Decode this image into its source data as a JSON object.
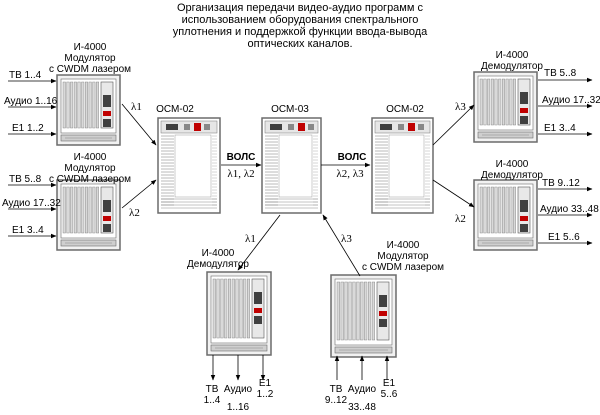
{
  "title_lines": [
    "Организация передачи видео-аудио программ с",
    "использованием оборудования спектрального",
    "уплотнения и поддержкой функции ввода-вывода",
    "оптических каналов."
  ],
  "units": {
    "mod_top": {
      "name": "И-4000",
      "role_lines": [
        "Модулятор",
        "с CWDM лазером"
      ]
    },
    "mod_mid": {
      "name": "И-4000",
      "role_lines": [
        "Модулятор",
        "с CWDM лазером"
      ]
    },
    "dem_tr": {
      "name": "И-4000",
      "role_lines": [
        "Демодулятор"
      ]
    },
    "dem_mr": {
      "name": "И-4000",
      "role_lines": [
        "Демодулятор"
      ]
    },
    "dem_bot": {
      "name": "И-4000",
      "role_lines": [
        "Демодулятор"
      ]
    },
    "mod_bot": {
      "name": "И-4000",
      "role_lines": [
        "Модулятор",
        "с CWDM лазером"
      ]
    }
  },
  "osm": {
    "left": "ОСМ-02",
    "center": "ОСМ-03",
    "right": "ОСМ-02"
  },
  "io": {
    "mod_top": [
      "ТВ 1..4",
      "Аудио 1..16",
      "E1 1..2"
    ],
    "mod_mid": [
      "ТВ 5..8",
      "Аудио 17..32",
      "E1 3..4"
    ],
    "dem_tr": [
      "ТВ 5..8",
      "Аудио 17..32",
      "E1 3..4"
    ],
    "dem_mr": [
      "ТВ 9..12",
      "Аудио 33..48",
      "E1 5..6"
    ],
    "dem_bot": [
      [
        "ТВ",
        "1..4"
      ],
      [
        "Аудио",
        "1..16"
      ],
      [
        "E1",
        "1..2"
      ]
    ],
    "mod_bot": [
      [
        "ТВ",
        "9..12"
      ],
      [
        "Аудио",
        "33..48"
      ],
      [
        "E1",
        "5..6"
      ]
    ]
  },
  "links": {
    "volc_label": "ВОЛС",
    "volc_left_lambdas": "λ1, λ2",
    "volc_right_lambdas": "λ2, λ3",
    "l1": "λ1",
    "l2": "λ2",
    "l3": "λ3"
  },
  "colors": {
    "line": "#000000",
    "frame": "#6b6b6b",
    "panel": "#d9d9d9",
    "dark": "#404040",
    "accent": "#c00000"
  }
}
